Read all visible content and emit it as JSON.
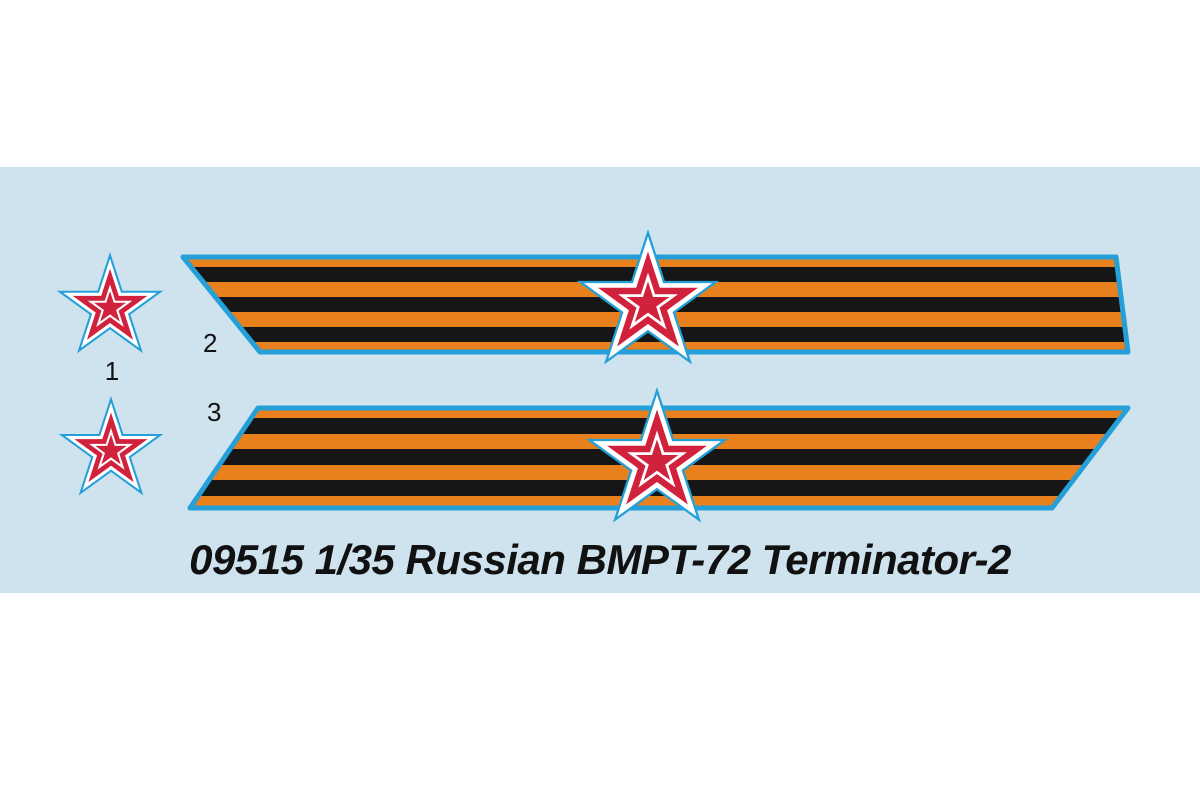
{
  "sheet": {
    "title": "09515 1/35 Russian BMPT-72 Terminator-2"
  },
  "labels": {
    "item1": "1",
    "item2": "2",
    "item3": "3"
  },
  "decals": {
    "star": "red-army-star",
    "ribbon": "st-george-striped-ribbon"
  },
  "colors": {
    "page-bg": "#ffffff",
    "band-blue": "#cfe3ef",
    "outline-blue": "#249fd8",
    "ribbon-orange": "#e8801e",
    "stripe-black": "#161616",
    "star-red": "#d1223d",
    "star-white": "#ffffff",
    "text-black": "#111111"
  }
}
